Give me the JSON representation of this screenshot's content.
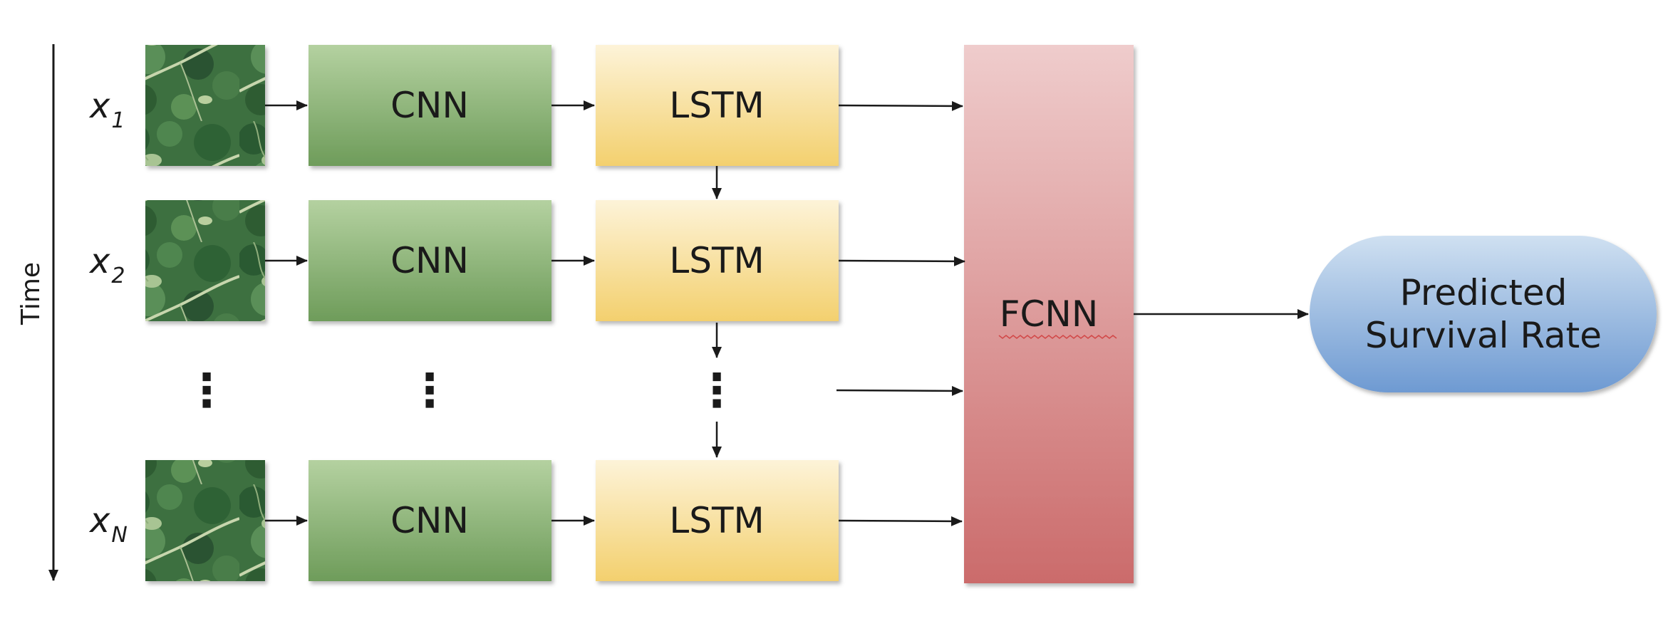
{
  "time_axis": {
    "label": "Time"
  },
  "rows": [
    {
      "input": {
        "base": "x",
        "sub": "1"
      },
      "cnn": "CNN",
      "lstm": "LSTM"
    },
    {
      "input": {
        "base": "x",
        "sub": "2"
      },
      "cnn": "CNN",
      "lstm": "LSTM"
    },
    {
      "input": {
        "base": "x",
        "sub": "N"
      },
      "cnn": "CNN",
      "lstm": "LSTM"
    }
  ],
  "ellipsis": "⋮",
  "fcnn": {
    "label": "FCNN"
  },
  "output": {
    "line1": "Predicted",
    "line2": "Survival Rate"
  },
  "colors": {
    "cnn_top": "#b4d1a0",
    "cnn_bottom": "#6e9c5a",
    "lstm_top": "#fdf3d8",
    "lstm_bottom": "#f3d06e",
    "fcnn_top": "#efcccc",
    "fcnn_bottom": "#cb6b6b",
    "output_top": "#cfe0f1",
    "output_bottom": "#6e9ad2",
    "forest_dark": "#2c5a32",
    "forest_light": "#a8c493",
    "arrow": "#1a1a1a",
    "squiggle": "#d24a4a"
  }
}
